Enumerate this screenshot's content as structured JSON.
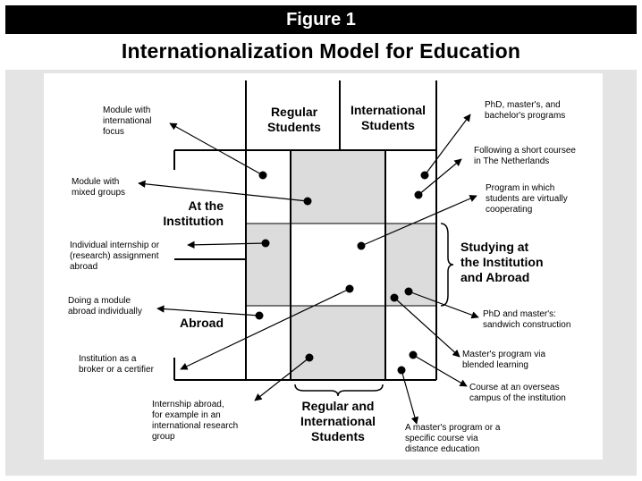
{
  "header": {
    "figure_label": "Figure 1"
  },
  "title": "Internationalization Model for Education",
  "columns": {
    "regular": [
      "Regular",
      "Students"
    ],
    "international": [
      "International",
      "Students"
    ]
  },
  "groups": {
    "at_institution": [
      "At the",
      "Institution"
    ],
    "abroad": [
      "Abroad"
    ],
    "studying_both": [
      "Studying at",
      "the Institution",
      "and Abroad"
    ],
    "regular_and_international": [
      "Regular and",
      "International",
      "Students"
    ]
  },
  "left_labels": {
    "module_focus": [
      "Module with",
      "international",
      "focus"
    ],
    "mixed_groups": [
      "Module with",
      "mixed groups"
    ],
    "internship": [
      "Individual internship or",
      "(research) assignment",
      "abroad"
    ],
    "module_abroad": [
      "Doing a module",
      "abroad individually"
    ],
    "broker": [
      "Institution as a",
      "broker or a certifier"
    ]
  },
  "right_labels": {
    "phd_programs": [
      "PhD, master's, and",
      "bachelor's programs"
    ],
    "short_course": [
      "Following a short coursee",
      "in The Netherlands"
    ],
    "virtual": [
      "Program in which",
      "students are virtually",
      "cooperating"
    ],
    "sandwich": [
      "PhD and master's:",
      "sandwich construction"
    ],
    "blended": [
      "Master's program via",
      "blended learning"
    ],
    "overseas": [
      "Course at an overseas",
      "campus of the institution"
    ],
    "distance": [
      "A master's program or a",
      "specific course via",
      "distance education"
    ]
  },
  "bottom_labels": {
    "internship_group": [
      "Internship abroad,",
      "for example in an",
      "international research",
      "group"
    ]
  }
}
